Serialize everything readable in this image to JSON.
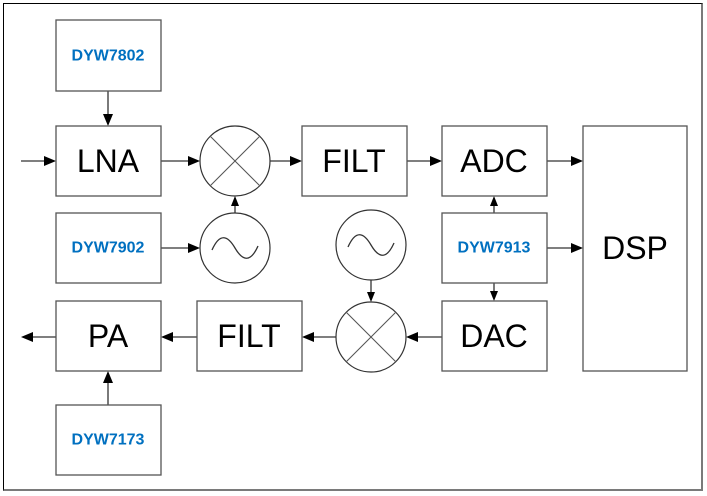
{
  "diagram": {
    "title": "RF transceiver block diagram",
    "blocks": {
      "ctrl_top": "DYW7802",
      "lna": "LNA",
      "filt_rx": "FILT",
      "adc": "ADC",
      "ctrl_lo_rx": "DYW7902",
      "ctrl_conv": "DYW7913",
      "dsp": "DSP",
      "pa": "PA",
      "filt_tx": "FILT",
      "dac": "DAC",
      "ctrl_pa": "DYW7173"
    },
    "symbols": {
      "mixer_rx": "mixer",
      "osc_rx": "oscillator",
      "osc_tx": "oscillator",
      "mixer_tx": "mixer"
    },
    "colors": {
      "chip_label": "#0070C0",
      "block_label": "#000000",
      "block_border": "#555555"
    },
    "connections": [
      [
        "input",
        "LNA"
      ],
      [
        "DYW7802",
        "LNA"
      ],
      [
        "LNA",
        "mixer_rx"
      ],
      [
        "osc_rx",
        "mixer_rx"
      ],
      [
        "DYW7902",
        "osc_rx"
      ],
      [
        "mixer_rx",
        "FILT"
      ],
      [
        "FILT",
        "ADC"
      ],
      [
        "ADC",
        "DSP"
      ],
      [
        "DYW7913",
        "ADC"
      ],
      [
        "DYW7913",
        "DSP"
      ],
      [
        "DYW7913",
        "DAC"
      ],
      [
        "DAC",
        "mixer_tx"
      ],
      [
        "osc_tx",
        "mixer_tx"
      ],
      [
        "mixer_tx",
        "FILT"
      ],
      [
        "FILT",
        "PA"
      ],
      [
        "DYW7173",
        "PA"
      ],
      [
        "PA",
        "output"
      ]
    ]
  }
}
